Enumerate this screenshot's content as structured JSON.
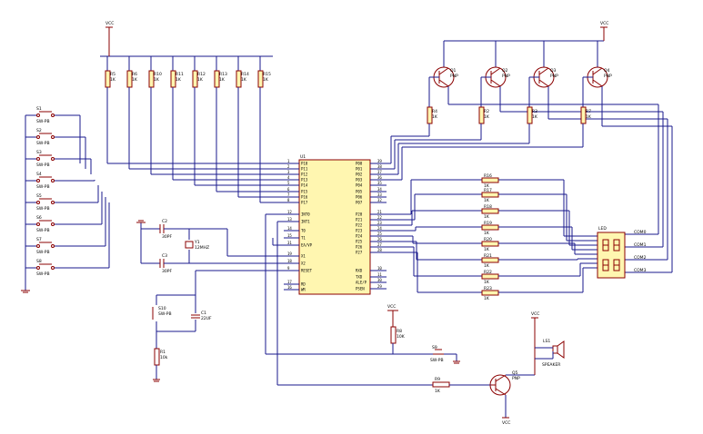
{
  "mcu": {
    "ref": "U1",
    "left_pins": [
      {
        "num": "1",
        "name": "P10"
      },
      {
        "num": "2",
        "name": "P11"
      },
      {
        "num": "3",
        "name": "P12"
      },
      {
        "num": "4",
        "name": "P13"
      },
      {
        "num": "5",
        "name": "P14"
      },
      {
        "num": "6",
        "name": "P15"
      },
      {
        "num": "7",
        "name": "P16"
      },
      {
        "num": "8",
        "name": "P17"
      },
      {
        "num": "12",
        "name": "INT0"
      },
      {
        "num": "13",
        "name": "INT1"
      },
      {
        "num": "14",
        "name": "T0"
      },
      {
        "num": "15",
        "name": "T1"
      },
      {
        "num": "31",
        "name": "EA/VP"
      },
      {
        "num": "19",
        "name": "X1"
      },
      {
        "num": "18",
        "name": "X2"
      },
      {
        "num": "9",
        "name": "RESET"
      },
      {
        "num": "17",
        "name": "RD"
      },
      {
        "num": "16",
        "name": "WR"
      }
    ],
    "right_pins": [
      {
        "num": "39",
        "name": "P00"
      },
      {
        "num": "38",
        "name": "P01"
      },
      {
        "num": "37",
        "name": "P02"
      },
      {
        "num": "36",
        "name": "P03"
      },
      {
        "num": "35",
        "name": "P04"
      },
      {
        "num": "34",
        "name": "P05"
      },
      {
        "num": "33",
        "name": "P06"
      },
      {
        "num": "32",
        "name": "P07"
      },
      {
        "num": "21",
        "name": "P20"
      },
      {
        "num": "22",
        "name": "P21"
      },
      {
        "num": "23",
        "name": "P22"
      },
      {
        "num": "24",
        "name": "P23"
      },
      {
        "num": "25",
        "name": "P24"
      },
      {
        "num": "26",
        "name": "P25"
      },
      {
        "num": "27",
        "name": "P26"
      },
      {
        "num": "28",
        "name": "P27"
      },
      {
        "num": "10",
        "name": "RXD"
      },
      {
        "num": "11",
        "name": "TXD"
      },
      {
        "num": "30",
        "name": "ALE/P"
      },
      {
        "num": "29",
        "name": "PSEN"
      }
    ]
  },
  "pullups": [
    {
      "ref": "R5",
      "value": "1K"
    },
    {
      "ref": "R6",
      "value": "1K"
    },
    {
      "ref": "R10",
      "value": "1K"
    },
    {
      "ref": "R11",
      "value": "1K"
    },
    {
      "ref": "R12",
      "value": "1K"
    },
    {
      "ref": "R13",
      "value": "1K"
    },
    {
      "ref": "R14",
      "value": "1K"
    },
    {
      "ref": "R15",
      "value": "1K"
    }
  ],
  "switches": [
    {
      "ref": "S1",
      "value": "SW-PB"
    },
    {
      "ref": "S2",
      "value": "SW-PB"
    },
    {
      "ref": "S3",
      "value": "SW-PB"
    },
    {
      "ref": "S4",
      "value": "SW-PB"
    },
    {
      "ref": "S5",
      "value": "SW-PB"
    },
    {
      "ref": "S6",
      "value": "SW-PB"
    },
    {
      "ref": "S7",
      "value": "SW-PB"
    },
    {
      "ref": "S8",
      "value": "SW-PB"
    }
  ],
  "transistors": [
    {
      "ref": "Q1",
      "type": "PNP"
    },
    {
      "ref": "Q2",
      "type": "PNP"
    },
    {
      "ref": "Q3",
      "type": "PNP"
    },
    {
      "ref": "Q4",
      "type": "PNP"
    }
  ],
  "base_resistors": [
    {
      "ref": "R4",
      "value": "1K"
    },
    {
      "ref": "R2",
      "value": "1K"
    },
    {
      "ref": "R3",
      "value": "1K"
    },
    {
      "ref": "R7",
      "value": "1K"
    }
  ],
  "seg_resistors": [
    {
      "ref": "R16",
      "value": "1K"
    },
    {
      "ref": "R17",
      "value": "1K"
    },
    {
      "ref": "R18",
      "value": "1K"
    },
    {
      "ref": "R19",
      "value": "1K"
    },
    {
      "ref": "R20",
      "value": "1K"
    },
    {
      "ref": "R21",
      "value": "1K"
    },
    {
      "ref": "R22",
      "value": "1K"
    },
    {
      "ref": "R23",
      "value": "1K"
    }
  ],
  "led": {
    "ref": "LED",
    "commons": [
      "COM0",
      "COM1",
      "COM2",
      "COM3"
    ]
  },
  "osc": {
    "c1": {
      "ref": "C2",
      "value": "30PF"
    },
    "c2": {
      "ref": "C3",
      "value": "30PF"
    },
    "xtal": {
      "ref": "Y1",
      "value": "12MHZ"
    }
  },
  "reset": {
    "sw": {
      "ref": "S10",
      "value": "SW-PB"
    },
    "cap": {
      "ref": "C1",
      "value": "22UF"
    },
    "res": {
      "ref": "R1",
      "value": "10k"
    }
  },
  "misc": {
    "rk": {
      "ref": "R8",
      "value": "10K"
    },
    "sk": {
      "ref": "S9",
      "value": "SW-PB"
    },
    "rb": {
      "ref": "R9",
      "value": "1K"
    },
    "q5": {
      "ref": "Q5",
      "type": "PNP"
    },
    "spk": {
      "ref": "LS1",
      "value": "SPEAKER"
    }
  },
  "power": {
    "vcc": "VCC"
  },
  "colors": {
    "wire": "#1a1a8c",
    "part": "#8b0000",
    "fill": "#fff6b0"
  }
}
